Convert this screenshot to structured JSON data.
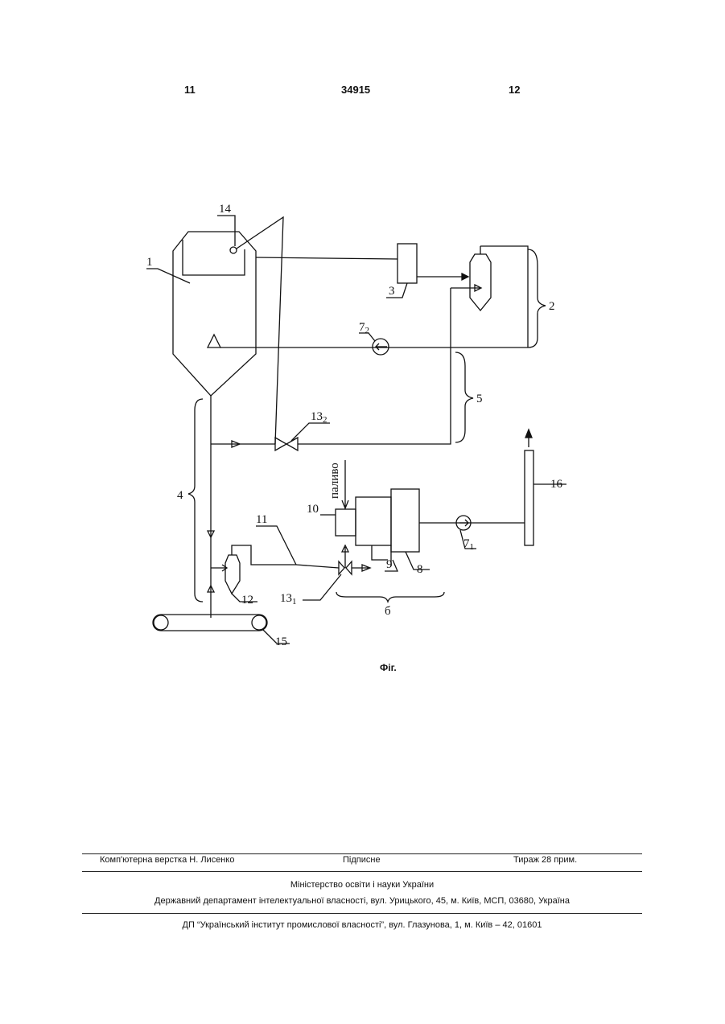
{
  "header": {
    "page_left": "11",
    "patent_number": "34915",
    "page_right": "12"
  },
  "figure": {
    "labels": {
      "n1": "1",
      "n2": "2",
      "n3": "3",
      "n4": "4",
      "n5": "5",
      "n6": "б",
      "n7_1": "7",
      "n7_1_sub": "1",
      "n7_2": "7",
      "n7_2_sub": "2",
      "n8": "8",
      "n9": "9",
      "n10": "10",
      "n11": "11",
      "n12": "12",
      "n13_1": "13",
      "n13_1_sub": "1",
      "n13_2": "13",
      "n13_2_sub": "2",
      "n14": "14",
      "n15": "15",
      "n16": "16",
      "fuel": "паливо"
    },
    "caption": "Фіг."
  },
  "footer": {
    "layout": "Комп'ютерна верстка Н. Лисенко",
    "signed": "Підписне",
    "circulation": "Тираж 28 прим.",
    "ministry": "Міністерство освіти і науки України",
    "department": "Державний департамент інтелектуальної власності, вул. Урицького, 45, м. Київ, МСП, 03680, Україна",
    "institute": "ДП “Український інститут промислової власності”, вул. Глазунова, 1, м. Київ – 42, 01601"
  }
}
